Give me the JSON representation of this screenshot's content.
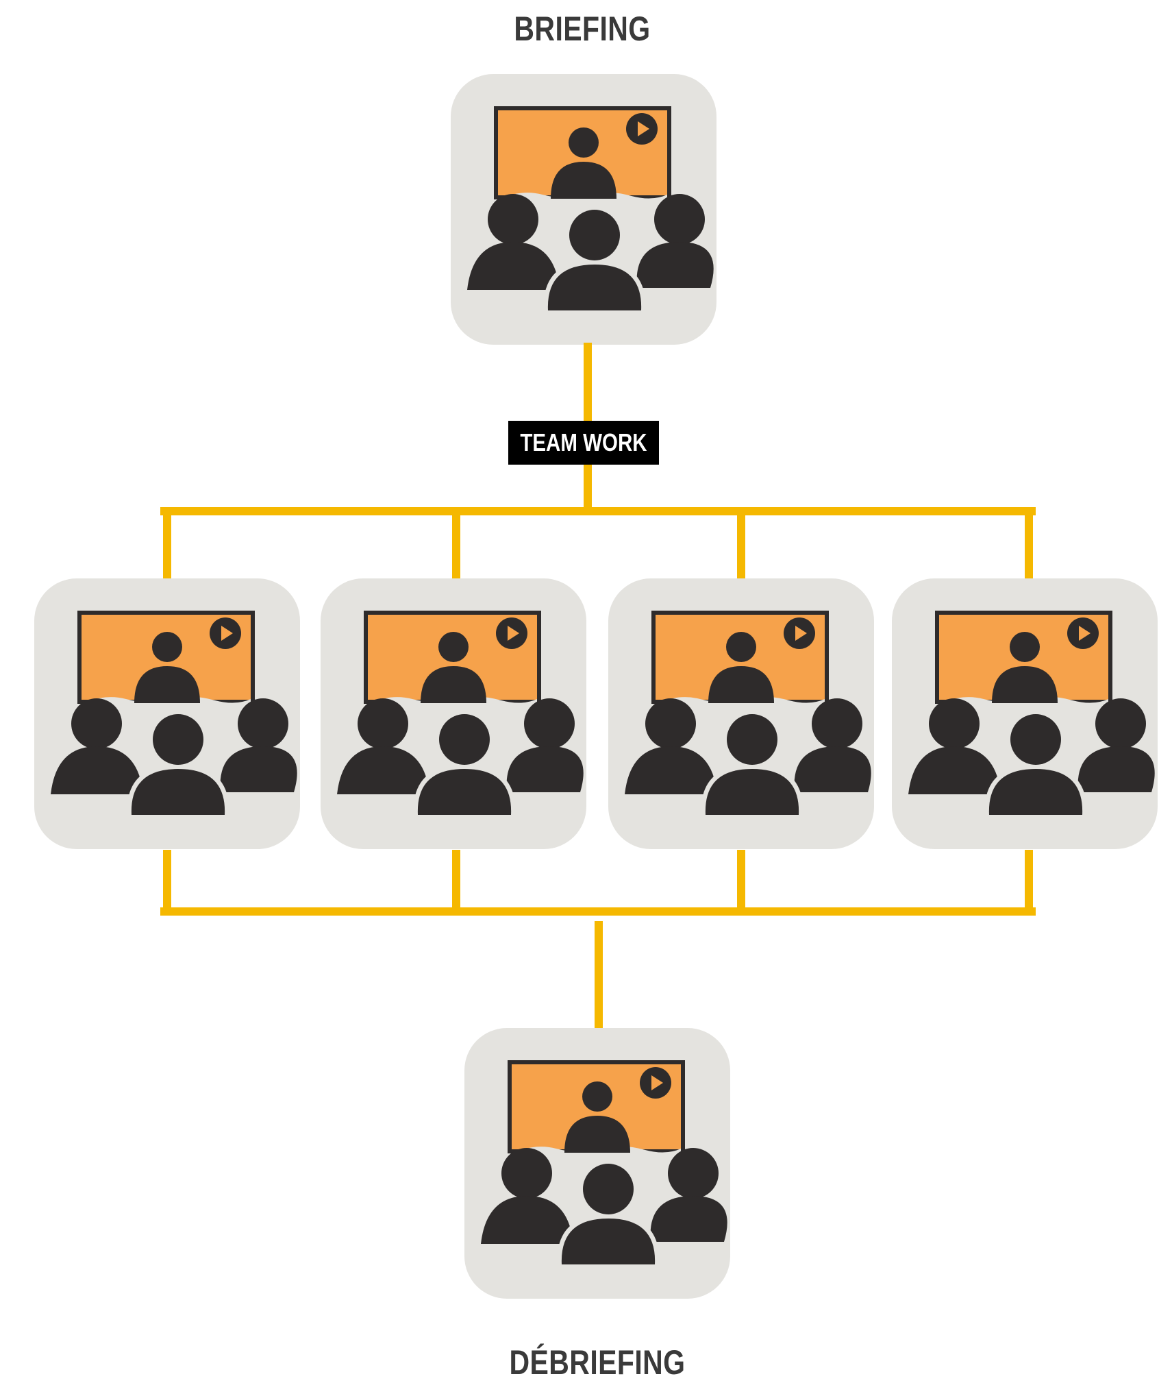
{
  "diagram": {
    "title_top": "BRIEFING",
    "middle_label": "TEAM WORK",
    "title_bottom": "DÉBRIEFING",
    "colors": {
      "connector": "#F5B800",
      "screen": "#F6A24B",
      "tile": "#E4E3DF",
      "figure": "#2E2B2B",
      "title_text": "#3A3A3A",
      "tag_background": "#000000",
      "tag_text": "#FFFFFF"
    },
    "node_icon": "meeting-presentation-icon",
    "nodes": [
      {
        "id": "briefing-node",
        "tier": "top"
      },
      {
        "id": "team-node-1",
        "tier": "middle"
      },
      {
        "id": "team-node-2",
        "tier": "middle"
      },
      {
        "id": "team-node-3",
        "tier": "middle"
      },
      {
        "id": "team-node-4",
        "tier": "middle"
      },
      {
        "id": "debriefing-node",
        "tier": "bottom"
      }
    ],
    "edges": [
      {
        "from": "briefing-node",
        "to": "team-node-1"
      },
      {
        "from": "briefing-node",
        "to": "team-node-2"
      },
      {
        "from": "briefing-node",
        "to": "team-node-3"
      },
      {
        "from": "briefing-node",
        "to": "team-node-4"
      },
      {
        "from": "team-node-1",
        "to": "debriefing-node"
      },
      {
        "from": "team-node-2",
        "to": "debriefing-node"
      },
      {
        "from": "team-node-3",
        "to": "debriefing-node"
      },
      {
        "from": "team-node-4",
        "to": "debriefing-node"
      }
    ]
  }
}
